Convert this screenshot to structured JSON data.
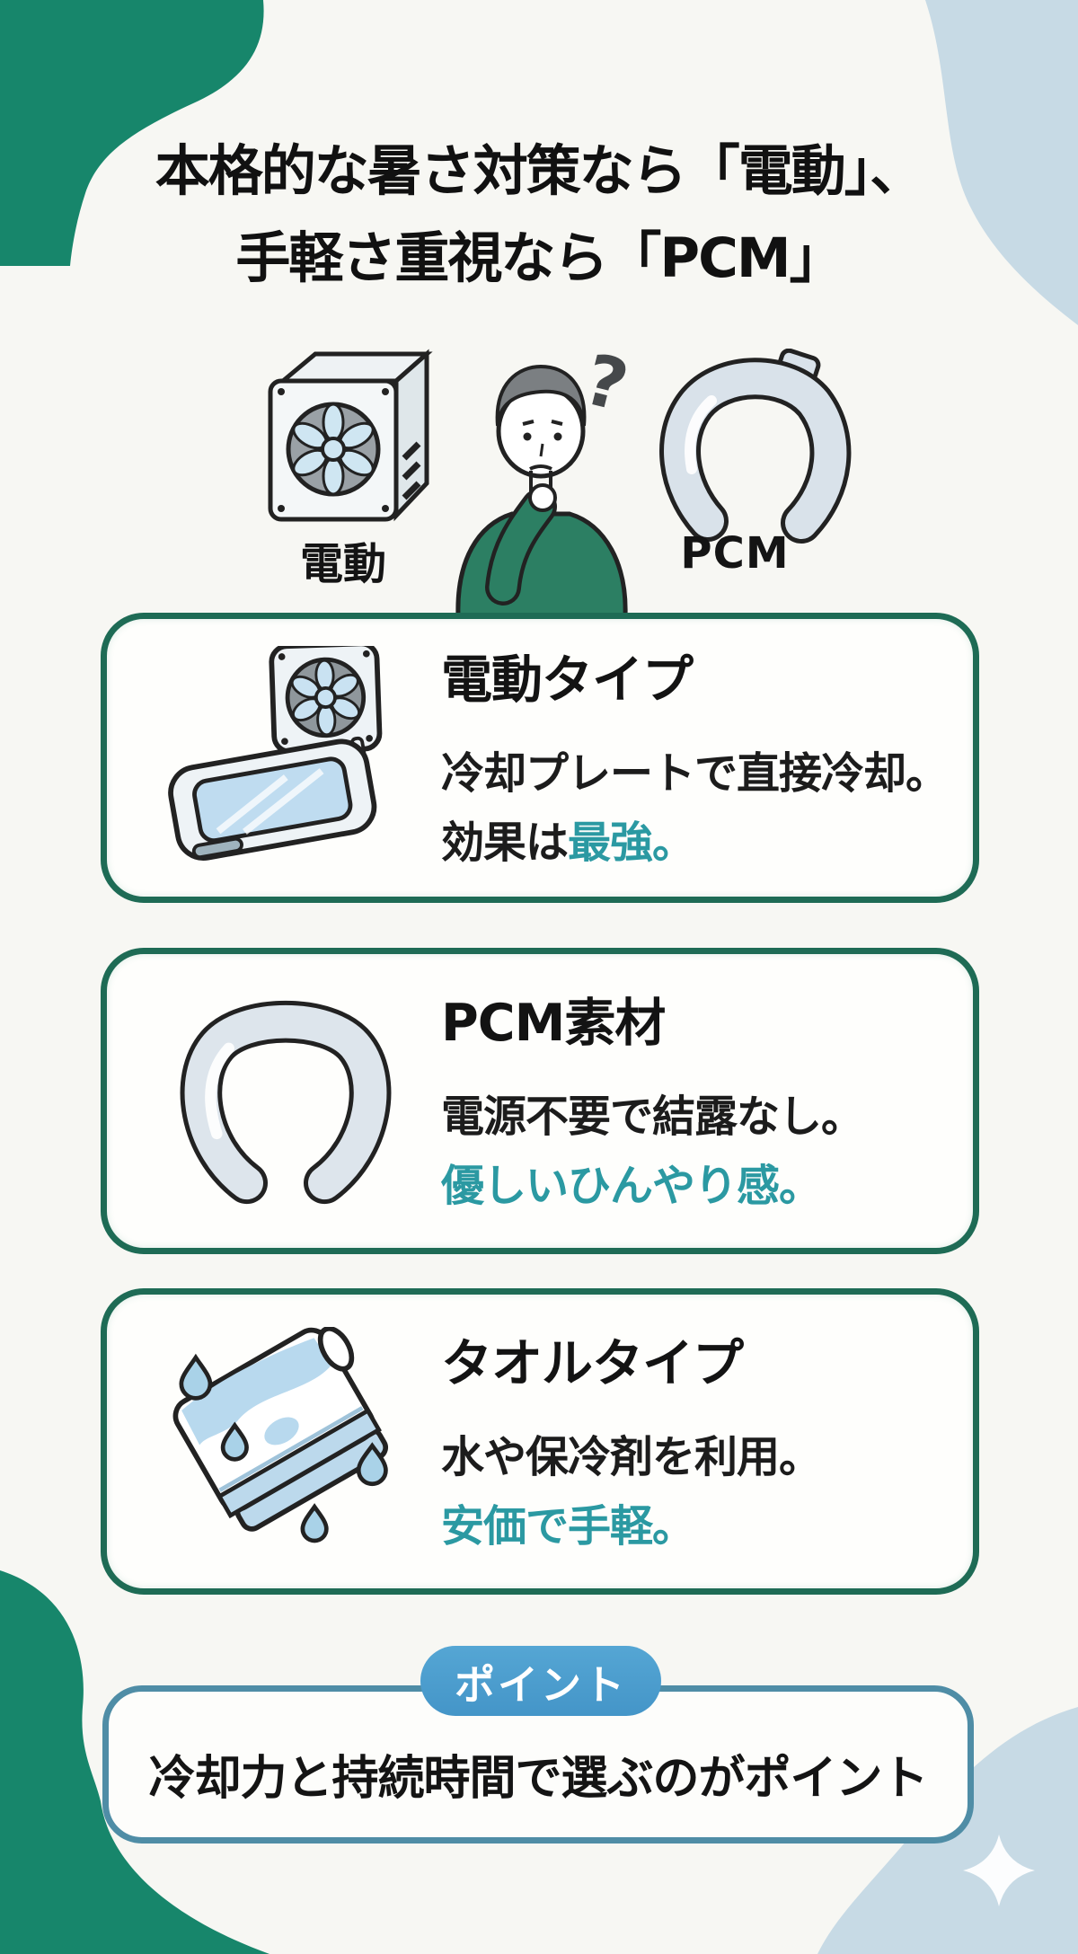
{
  "title": {
    "line1": "本格的な暑さ対策なら「電動」、",
    "line2": "手軽さ重視なら「PCM」"
  },
  "hero": {
    "left_label": "電動",
    "right_label": "PCM",
    "question_mark": "?"
  },
  "cards": [
    {
      "title": "電動タイプ",
      "body_line1": "冷却プレートで直接冷却。",
      "body_line2_plain": "効果は",
      "body_line2_accent": "最強。",
      "icon": "neck-cooler-device-icon"
    },
    {
      "title": "PCM素材",
      "body_line1": "電源不要で結露なし。",
      "body_line2_plain": "",
      "body_line2_accent": "優しいひんやり感。",
      "icon": "neck-ring-icon"
    },
    {
      "title": "タオルタイプ",
      "body_line1": "水や保冷剤を利用。",
      "body_line2_plain": "",
      "body_line2_accent": "安価で手軽。",
      "icon": "wet-towel-icon"
    }
  ],
  "point": {
    "badge": "ポイント",
    "text": "冷却力と持続時間で選ぶのがポイント"
  },
  "colors": {
    "accent_text": "#2b99a2",
    "card_border_green": "#1e6b55",
    "point_border_blue": "#4f8da6",
    "badge_blue": "#4aa0d0",
    "blob_green": "#17866b",
    "blob_light_blue": "#c7dae5",
    "sweater_green": "#2c7f63",
    "background": "#f7f7f3"
  }
}
